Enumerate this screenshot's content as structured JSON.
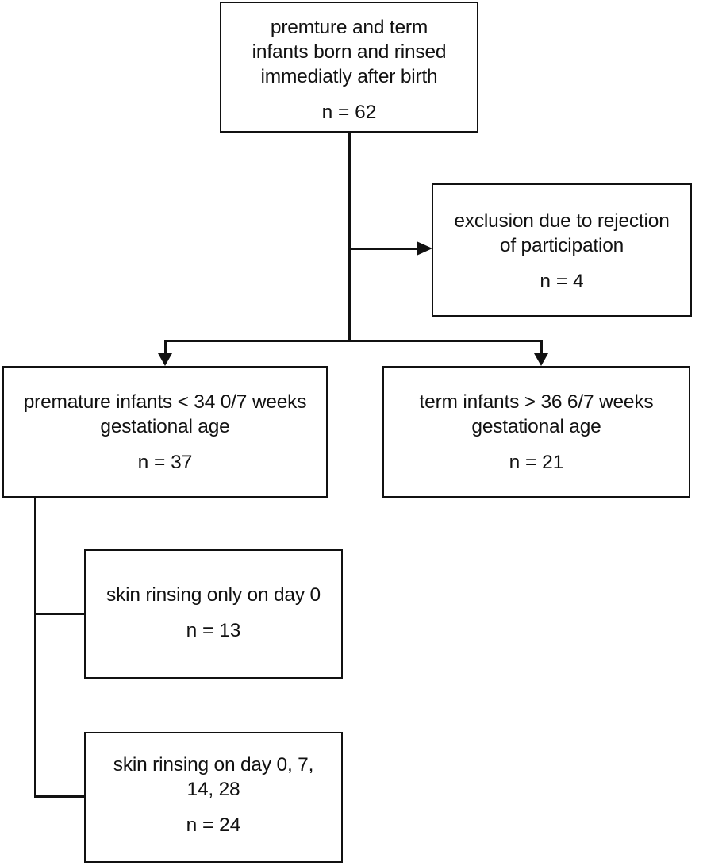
{
  "flowchart": {
    "enrolled": {
      "label_lines": [
        "premture and term",
        "infants born and rinsed",
        "immediatly after birth"
      ],
      "count": "n = 62"
    },
    "excluded": {
      "label_lines": [
        "exclusion due to rejection",
        "of participation"
      ],
      "count": "n = 4"
    },
    "premature": {
      "label_lines": [
        "premature infants < 34 0/7 weeks",
        "gestational age"
      ],
      "count": "n = 37"
    },
    "term": {
      "label_lines": [
        "term infants > 36 6/7 weeks",
        "gestational age"
      ],
      "count": "n = 21"
    },
    "day0_only": {
      "label_lines": [
        "skin rinsing only on day 0"
      ],
      "count": "n = 13"
    },
    "multi_day": {
      "label_lines": [
        "skin rinsing on day 0, 7,",
        "14, 28"
      ],
      "count": "n = 24"
    }
  }
}
